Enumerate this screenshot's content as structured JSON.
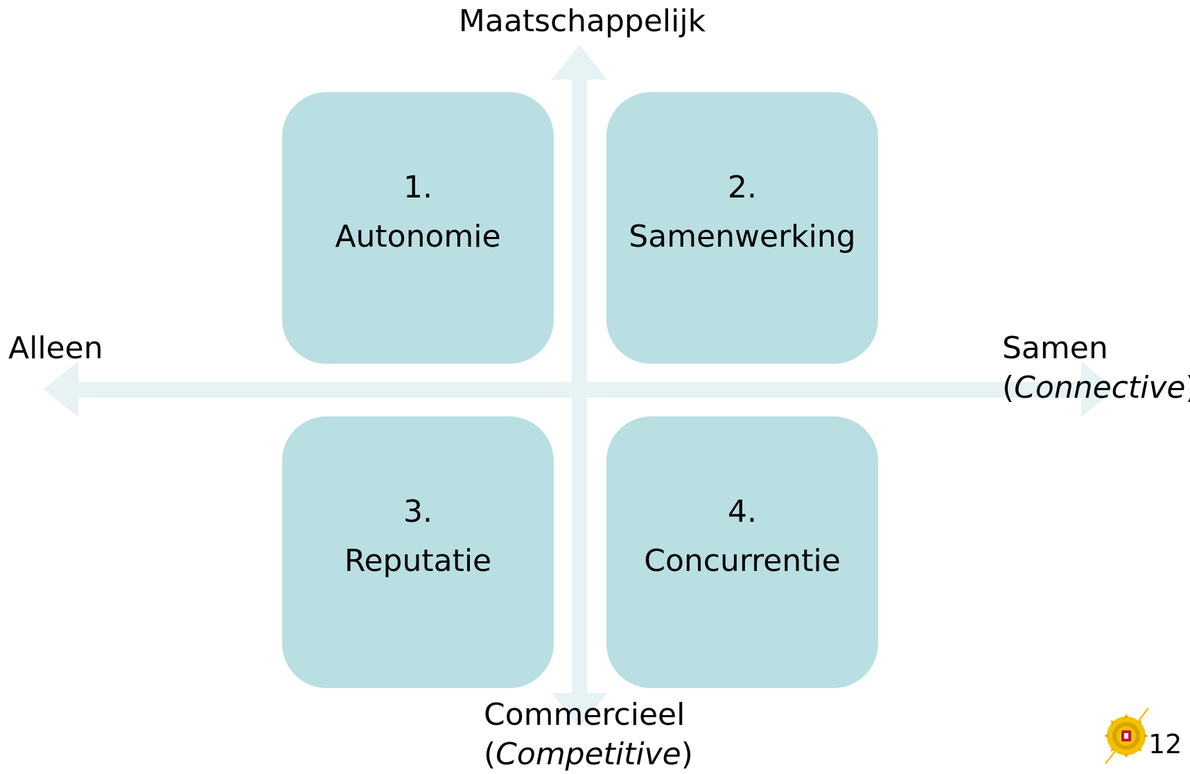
{
  "diagram": {
    "axis_top_label": "Maatschappelijk",
    "axis_left_label": "Alleen",
    "axis_right_label_line1": "Samen",
    "axis_right_label_line2_open": "(",
    "axis_right_label_line2_italic": "Connective",
    "axis_right_label_line2_close": ")",
    "axis_bottom_label_line1": "Commercieel",
    "axis_bottom_label_line2_open": "(",
    "axis_bottom_label_line2_italic": "Competitive",
    "axis_bottom_label_line2_close": ")",
    "quadrants": [
      {
        "number": "1.",
        "label": "Autonomie"
      },
      {
        "number": "2.",
        "label": "Samenwerking"
      },
      {
        "number": "3.",
        "label": "Reputatie"
      },
      {
        "number": "4.",
        "label": "Concurrentie"
      }
    ]
  },
  "footer": {
    "page_number": "12",
    "logo_icon": "university-seal-icon"
  },
  "colors": {
    "quadrant_fill": "#b9dfe3",
    "axis_arrow_fill": "#e6f2f4",
    "logo_gold": "#f2c200",
    "logo_red": "#c8102e"
  }
}
